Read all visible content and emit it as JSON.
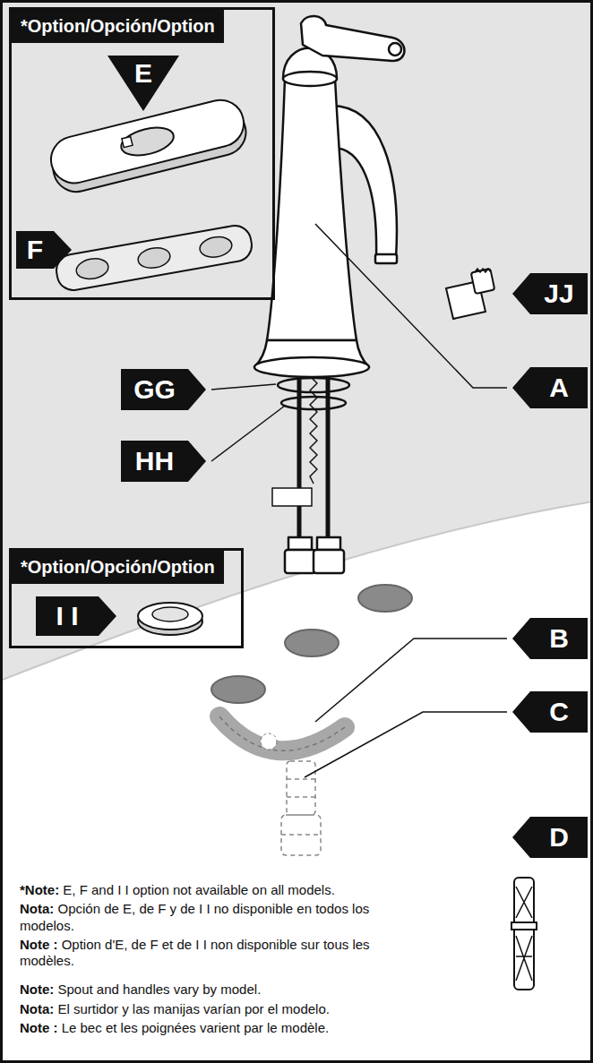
{
  "diagram": {
    "nodes": [
      {
        "text": [
          "*Option/Opción/Option"
        ]
      },
      {
        "text": [
          "E"
        ],
        "in": 0
      },
      {
        "text": [
          "F"
        ],
        "in": 0
      },
      {
        "text": [
          "JJ"
        ]
      },
      {
        "text": [
          "A"
        ]
      },
      {
        "text": [
          "GG"
        ]
      },
      {
        "text": [
          "HH"
        ]
      },
      {
        "text": [
          "*Option/Opción/Option"
        ]
      },
      {
        "text": [
          "I I"
        ],
        "in": 7
      },
      {
        "text": [
          "B"
        ]
      },
      {
        "text": [
          "C"
        ]
      },
      {
        "text": [
          "D"
        ]
      }
    ],
    "labels": [
      "*Note:",
      "E, F and I I option not available on all models.",
      "Nota:",
      "Opción de E, de F y de I I no disponible en todos los modelos.",
      "Note :",
      "Option d'E, de F et de I I non disponible sur tous les modèles.",
      "Note:",
      "Spout and handles vary by model.",
      "Nota:",
      "El surtidor y las manijas varían por el modelo.",
      "Note :",
      "Le bec et les poignées varient par le modèle."
    ]
  }
}
